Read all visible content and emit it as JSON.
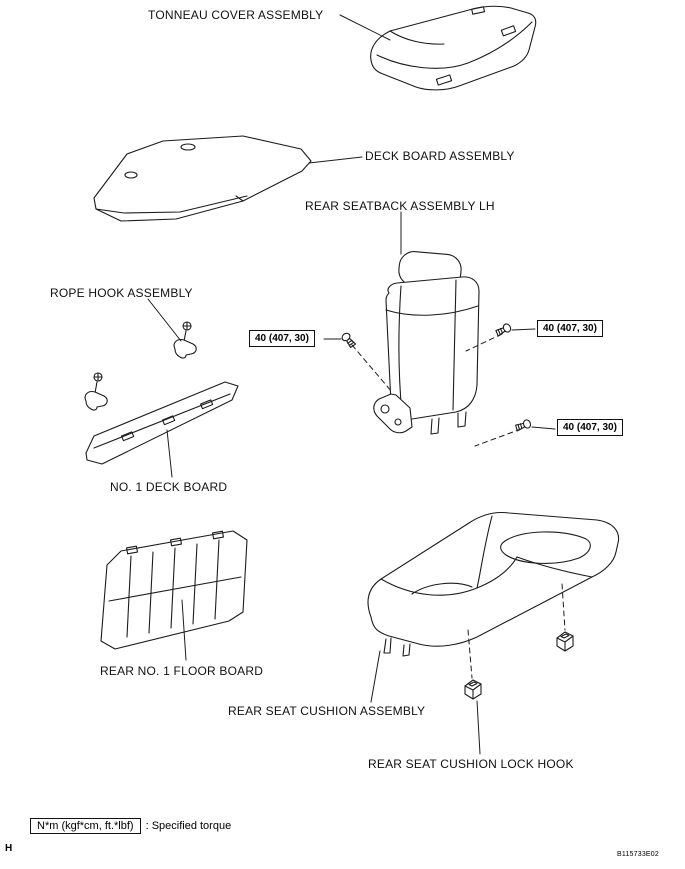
{
  "diagram": {
    "parts": {
      "tonneau": "TONNEAU COVER ASSEMBLY",
      "deck_board": "DECK BOARD ASSEMBLY",
      "seatback_lh": "REAR SEATBACK ASSEMBLY LH",
      "rope_hook": "ROPE HOOK ASSEMBLY",
      "no1_deck_board": "NO. 1 DECK BOARD",
      "floor_board": "REAR NO. 1 FLOOR BOARD",
      "seat_cushion": "REAR SEAT CUSHION ASSEMBLY",
      "lock_hook": "REAR SEAT CUSHION LOCK HOOK"
    },
    "torque_spec": "40 (407, 30)",
    "legend": {
      "units": "N*m (kgf*cm, ft.*lbf)",
      "description": ": Specified torque"
    },
    "footer": {
      "page_marker": "H",
      "figure_code": "B115733E02"
    },
    "line_color": "#1c1c1c"
  }
}
